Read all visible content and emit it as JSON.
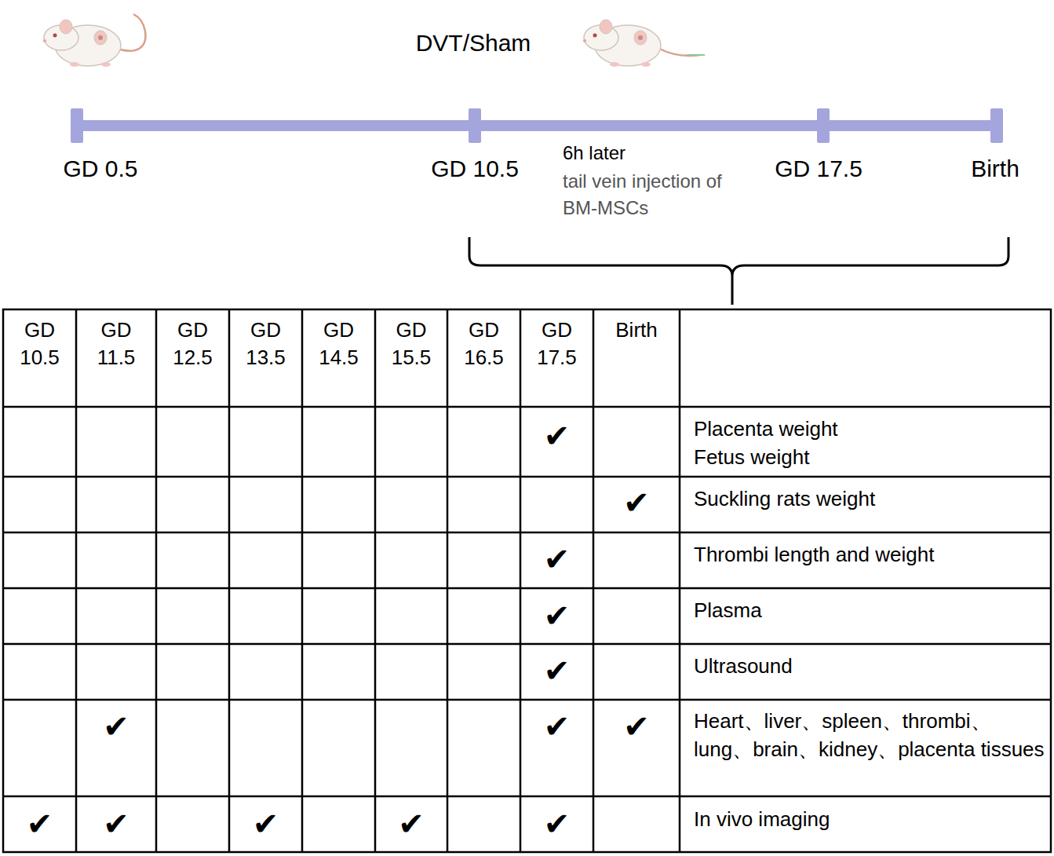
{
  "diagram": {
    "labels": [
      "DVT/Sham",
      "GD 0.5",
      "GD 10.5",
      "6h later",
      "tail vein injection of BM-MSCs",
      "GD 17.5",
      "Birth",
      "GD 10.5",
      "GD 11.5",
      "GD 12.5",
      "GD 13.5",
      "GD 14.5",
      "GD 15.5",
      "GD 16.5",
      "GD 17.5",
      "Birth",
      "✔",
      "Placenta weight",
      "Fetus weight",
      "✔",
      "Suckling rats weight",
      "✔",
      "Thrombi length and weight",
      "✔",
      "Plasma",
      "✔",
      "Ultrasound",
      "✔",
      "✔",
      "✔",
      "Heart、liver、spleen、thrombi、lung、brain、kidney、placenta tissues",
      "✔",
      "✔",
      "✔",
      "✔",
      "✔",
      "In vivo imaging"
    ]
  }
}
